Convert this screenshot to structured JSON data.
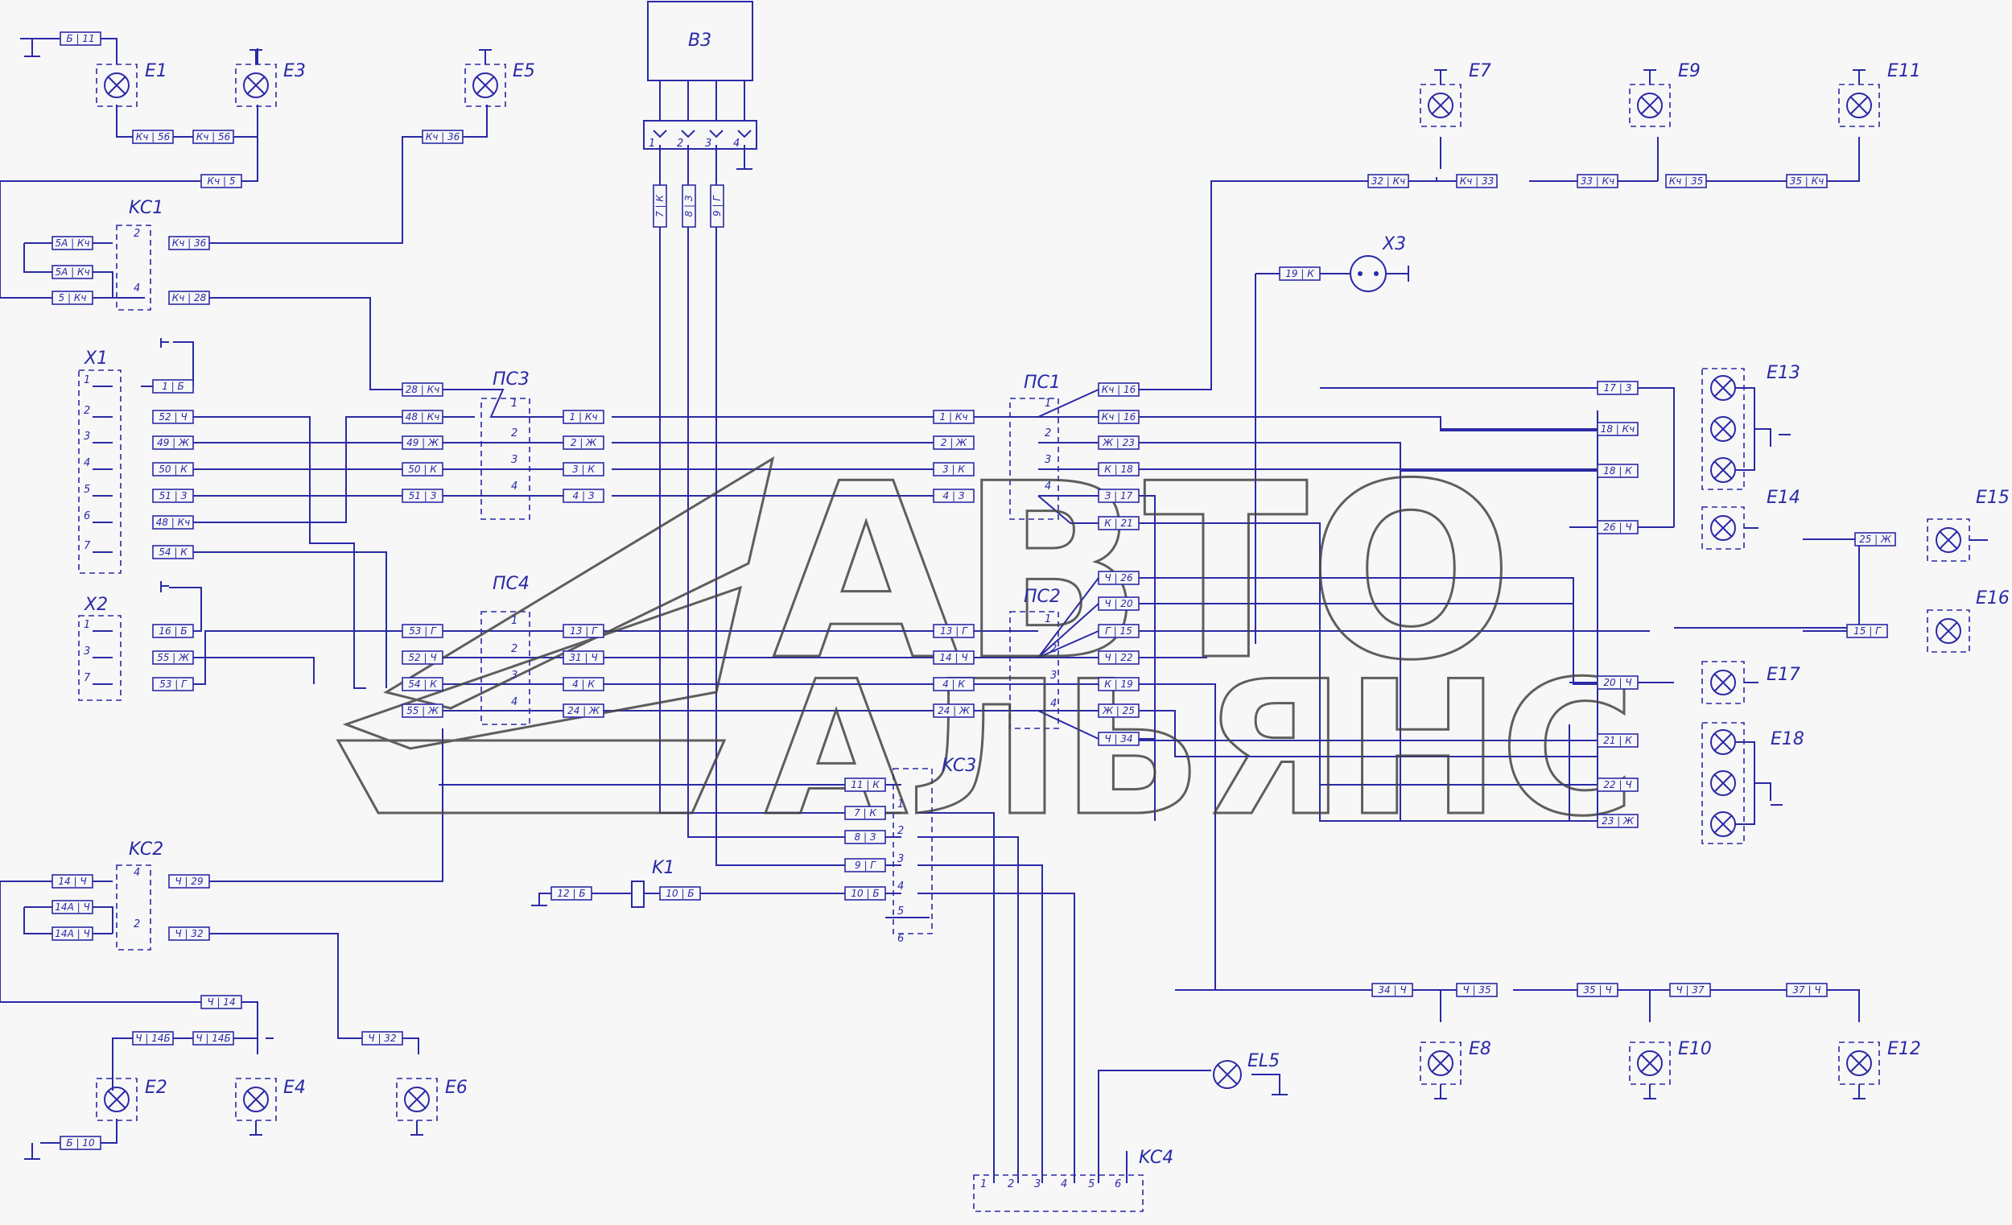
{
  "labels": {
    "E1": "E1",
    "E2": "E2",
    "E3": "E3",
    "E4": "E4",
    "E5": "E5",
    "E6": "E6",
    "E7": "E7",
    "E8": "E8",
    "E9": "E9",
    "E10": "E10",
    "E11": "E11",
    "E12": "E12",
    "E13": "E13",
    "E14": "E14",
    "E15": "E15",
    "E16": "E16",
    "E17": "E17",
    "E18": "E18",
    "EL5": "EL5",
    "B3": "B3",
    "X1": "X1",
    "X2": "X2",
    "X3": "X3",
    "K1": "K1",
    "KC1": "KC1",
    "KC2": "KC2",
    "KC3": "KC3",
    "KC4": "KC4",
    "PC1": "ПС1",
    "PC2": "ПС2",
    "PC3": "ПС3",
    "PC4": "ПС4"
  },
  "tags": {
    "t01": "Б | 11",
    "t02": "Кч | 56",
    "t03": "Кч | 56",
    "t04": "Кч | 5",
    "t05": "Кч | 36",
    "t06": "5А | Кч",
    "t07": "5А | Кч",
    "t08": "5 | Кч",
    "t09": "Кч | 36",
    "t10": "Кч | 28",
    "t11": "1 | Б",
    "t12": "52 | Ч",
    "t13": "49 | Ж",
    "t14": "50 | К",
    "t15": "51 | З",
    "t16": "48 | Кч",
    "t17": "54 | К",
    "t18": "16 | Б",
    "t19": "55 | Ж",
    "t20": "53 | Г",
    "t21": "28 | Кч",
    "t22": "48 | Кч",
    "t23": "49 | Ж",
    "t24": "50 | К",
    "t25": "51 | З",
    "t26": "1 | Кч",
    "t27": "2 | Ж",
    "t28": "3 | К",
    "t29": "4 | З",
    "t30": "1 | Кч",
    "t31": "2 | Ж",
    "t32": "3 | К",
    "t33": "4 | З",
    "t34": "Кч | 16",
    "t35": "Кч | 16",
    "t36": "Ж | 23",
    "t37": "К | 18",
    "t38": "З | 17",
    "t39": "К | 21",
    "t40": "53 | Г",
    "t41": "52 | Ч",
    "t42": "54 | К",
    "t43": "55 | Ж",
    "t44": "13 | Г",
    "t45": "31 | Ч",
    "t46": "4 | К",
    "t47": "24 | Ж",
    "t48": "13 | Г",
    "t49": "14 | Ч",
    "t50": "4 | К",
    "t51": "24 | Ж",
    "t52": "Ч | 26",
    "t53": "Ч | 20",
    "t54": "Г | 15",
    "t55": "Ч | 22",
    "t56": "К | 19",
    "t57": "Ж | 25",
    "t58": "Ч | 34",
    "t59": "7 | К",
    "t60": "8 | З",
    "t61": "9 | Г",
    "t62": "11 | К",
    "t63": "7 | К",
    "t64": "8 | З",
    "t65": "9 | Г",
    "t66": "10 | Б",
    "t67": "12 | Б",
    "t68": "10 | Б",
    "t69": "14 | Ч",
    "t70": "14А | Ч",
    "t71": "14А | Ч",
    "t72": "Ч | 29",
    "t73": "Ч | 32",
    "t74": "Ч | 14",
    "t75": "Ч | 14Б",
    "t76": "Ч | 14Б",
    "t77": "Ч | 32",
    "t78": "Б | 10",
    "t79": "32 | Кч",
    "t80": "Кч | 33",
    "t81": "33 | Кч",
    "t82": "Кч | 35",
    "t83": "35 | Кч",
    "t84": "19 | К",
    "t85": "17 | З",
    "t86": "18 | Кч",
    "t87": "18 | К",
    "t88": "26 | Ч",
    "t89": "25 | Ж",
    "t90": "15 | Г",
    "t91": "20 | Ч",
    "t92": "21 | К",
    "t93": "22 | Ч",
    "t94": "23 | Ж",
    "t95": "34 | Ч",
    "t96": "Ч | 35",
    "t97": "35 | Ч",
    "t98": "Ч | 37",
    "t99": "37 | Ч"
  },
  "pins": {
    "x1": [
      "1",
      "2",
      "3",
      "4",
      "5",
      "6",
      "7"
    ],
    "x2": [
      "1",
      "3",
      "7"
    ],
    "ps": [
      "1",
      "2",
      "3",
      "4"
    ],
    "b3": [
      "1",
      "2",
      "3",
      "4"
    ],
    "kc3": [
      "1",
      "2",
      "3",
      "4",
      "5",
      "6"
    ],
    "kc4": [
      "1",
      "2",
      "3",
      "4",
      "5",
      "6"
    ],
    "kc1": [
      "2",
      "4"
    ],
    "kc2": [
      "4",
      "2"
    ]
  },
  "watermark": {
    "line1": "АВТО",
    "line2": "АЛЬЯНС"
  },
  "colors": {
    "wire": "#2a2aa6",
    "background": "#f7f7f8",
    "watermark": "#444444"
  }
}
